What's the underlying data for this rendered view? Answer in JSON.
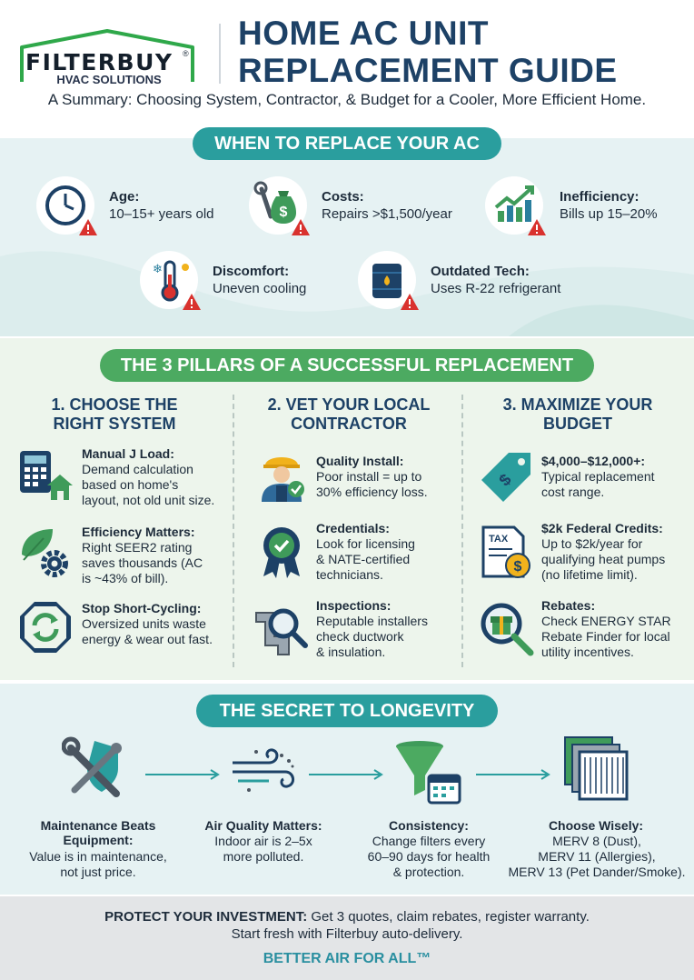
{
  "brand": {
    "name": "FILTERBUY",
    "sub": "HVAC SOLUTIONS",
    "tm": "®"
  },
  "title": {
    "line1": "HOME AC UNIT",
    "line2": "REPLACEMENT GUIDE"
  },
  "subtitle": "A Summary: Choosing System, Contractor, & Budget for a Cooler, More Efficient Home.",
  "when": {
    "heading": "WHEN TO REPLACE YOUR AC",
    "items": [
      {
        "icon": "clock-icon",
        "title": "Age:",
        "text": "10–15+ years old"
      },
      {
        "icon": "money-bag-wrench-icon",
        "title": "Costs:",
        "text": "Repairs >$1,500/year"
      },
      {
        "icon": "rising-chart-icon",
        "title": "Inefficiency:",
        "text": "Bills up 15–20%"
      },
      {
        "icon": "thermometer-icon",
        "title": "Discomfort:",
        "text": "Uneven cooling"
      },
      {
        "icon": "refrigerant-drum-icon",
        "title": "Outdated Tech:",
        "text": "Uses R-22 refrigerant"
      }
    ]
  },
  "pillars": {
    "heading": "THE 3 PILLARS OF A SUCCESSFUL REPLACEMENT",
    "columns": [
      {
        "heading1": "1. CHOOSE THE",
        "heading2": "RIGHT SYSTEM",
        "items": [
          {
            "icon": "calculator-house-icon",
            "title": "Manual J Load:",
            "lines": [
              "Demand calculation",
              "based on home's",
              "layout, not old unit size."
            ]
          },
          {
            "icon": "leaf-gear-icon",
            "title": "Efficiency Matters:",
            "lines": [
              "Right SEER2 rating",
              "saves thousands (AC",
              "is ~43% of bill)."
            ]
          },
          {
            "icon": "stop-cycle-icon",
            "title": "Stop Short-Cycling:",
            "lines": [
              "Oversized units waste",
              "energy & wear out fast."
            ]
          }
        ]
      },
      {
        "heading1": "2. VET YOUR LOCAL",
        "heading2": "CONTRACTOR",
        "items": [
          {
            "icon": "technician-icon",
            "title": "Quality Install:",
            "lines": [
              "Poor install = up to",
              "30% efficiency loss."
            ]
          },
          {
            "icon": "certified-badge-icon",
            "title": "Credentials:",
            "lines": [
              "Look for licensing",
              "& NATE-certified",
              "technicians."
            ]
          },
          {
            "icon": "ductwork-magnifier-icon",
            "title": "Inspections:",
            "lines": [
              "Reputable installers",
              "check ductwork",
              "& insulation."
            ]
          }
        ]
      },
      {
        "heading1": "3. MAXIMIZE YOUR",
        "heading2": "BUDGET",
        "items": [
          {
            "icon": "price-tag-icon",
            "title": "$4,000–$12,000+:",
            "lines": [
              "Typical replacement",
              "cost range."
            ]
          },
          {
            "icon": "tax-form-icon",
            "title": "$2k Federal Credits:",
            "lines": [
              "Up to $2k/year for",
              "qualifying heat pumps",
              "(no lifetime limit)."
            ]
          },
          {
            "icon": "gift-magnifier-icon",
            "title": "Rebates:",
            "lines": [
              "Check ENERGY STAR",
              "Rebate Finder for local",
              "utility incentives."
            ]
          }
        ]
      }
    ],
    "tax_label": "TAX",
    "dollar_sign": "$"
  },
  "longevity": {
    "heading": "THE SECRET TO LONGEVITY",
    "items": [
      {
        "icon": "tools-shield-icon",
        "title_lines": [
          "Maintenance Beats",
          "Equipment:"
        ],
        "lines": [
          "Value is in maintenance,",
          "not just price."
        ]
      },
      {
        "icon": "air-flow-icon",
        "title_lines": [
          "Air Quality Matters:"
        ],
        "lines": [
          "Indoor air is 2–5x",
          "more polluted."
        ]
      },
      {
        "icon": "funnel-calendar-icon",
        "title_lines": [
          "Consistency:"
        ],
        "lines": [
          "Change filters every",
          "60–90 days for health",
          "& protection."
        ]
      },
      {
        "icon": "air-filters-icon",
        "title_lines": [
          "Choose Wisely:"
        ],
        "lines": [
          "MERV 8 (Dust),",
          "MERV 11 (Allergies),",
          "MERV 13 (Pet Dander/Smoke)."
        ]
      }
    ]
  },
  "footer": {
    "bold": "PROTECT YOUR INVESTMENT:",
    "line1": " Get 3 quotes, claim rebates, register warranty.",
    "line2": "Start fresh with Filterbuy auto-delivery.",
    "tagline": "BETTER AIR FOR ALL™"
  },
  "colors": {
    "navy": "#1d4166",
    "teal": "#2a9e9e",
    "green": "#4caa61",
    "warning": "#d9322e"
  }
}
